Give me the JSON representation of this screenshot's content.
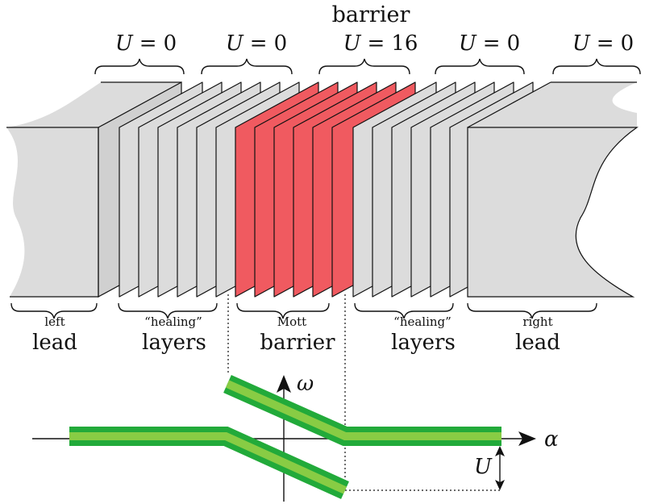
{
  "top": {
    "barrier_label": "barrier",
    "u_labels": [
      {
        "var": "U",
        "rel": "=",
        "val": "0"
      },
      {
        "var": "U",
        "rel": "=",
        "val": "0"
      },
      {
        "var": "U",
        "rel": "=",
        "val": "16"
      },
      {
        "var": "U",
        "rel": "=",
        "val": "0"
      },
      {
        "var": "U",
        "rel": "=",
        "val": "0"
      }
    ]
  },
  "regions": [
    {
      "small": "left",
      "big": "lead"
    },
    {
      "small": "“healing”",
      "big": "layers"
    },
    {
      "small": "Mott",
      "big": "barrier"
    },
    {
      "small": "“healing”",
      "big": "layers"
    },
    {
      "small": "right",
      "big": "lead"
    }
  ],
  "plot": {
    "omega_label": "ω",
    "alpha_label": "α",
    "u_label": "U"
  },
  "colors": {
    "layer_fill": "#dcdcdc",
    "barrier_fill": "#f05a60",
    "band_outer": "#22aa3a",
    "band_inner": "#88cc44",
    "outline": "#111111"
  }
}
